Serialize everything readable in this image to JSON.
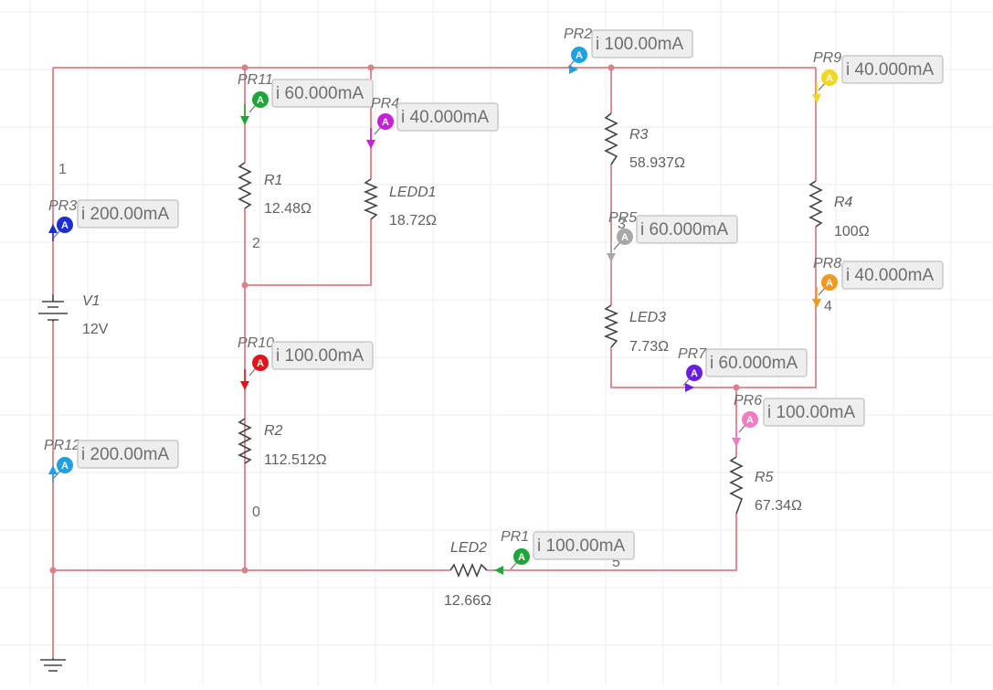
{
  "colors": {
    "wire": "#d9818a",
    "component": "#444444",
    "grid": "#eeeeee",
    "probe_box_fill": "#eeeeee",
    "probe_box_border": "#c9c9c9"
  },
  "components": {
    "v1": {
      "name": "V1",
      "value": "12V"
    },
    "r1": {
      "name": "R1",
      "value": "12.48Ω"
    },
    "ledd1": {
      "name": "LEDD1",
      "value": "18.72Ω"
    },
    "r2": {
      "name": "R2",
      "value": "112.512Ω"
    },
    "r3": {
      "name": "R3",
      "value": "58.937Ω"
    },
    "led3": {
      "name": "LED3",
      "value": "7.73Ω"
    },
    "r4": {
      "name": "R4",
      "value": "100Ω"
    },
    "r5": {
      "name": "R5",
      "value": "67.34Ω"
    },
    "led2": {
      "name": "LED2",
      "value": "12.66Ω"
    }
  },
  "nodes": {
    "n0": "0",
    "n1": "1",
    "n2": "2",
    "n3": "3",
    "n4": "4",
    "n5": "5"
  },
  "probes": {
    "pr1": {
      "name": "PR1",
      "reading": "i 100.00mA",
      "color": "#1fa63a",
      "icon": "ammeter-probe-icon",
      "glyph": "A"
    },
    "pr2": {
      "name": "PR2",
      "reading": "i 100.00mA",
      "color": "#1fa0e0",
      "icon": "ammeter-probe-icon",
      "glyph": "A"
    },
    "pr3": {
      "name": "PR3",
      "reading": "i 200.00mA",
      "color": "#1c2fd6",
      "icon": "ammeter-probe-icon",
      "glyph": "A"
    },
    "pr4": {
      "name": "PR4",
      "reading": "i 40.000mA",
      "color": "#c81fd8",
      "icon": "ammeter-probe-icon",
      "glyph": "A"
    },
    "pr5": {
      "name": "PR5",
      "reading": "i 60.000mA",
      "color": "#a8a8a8",
      "icon": "ammeter-probe-icon",
      "glyph": "A"
    },
    "pr6": {
      "name": "PR6",
      "reading": "i 100.00mA",
      "color": "#f07dc1",
      "icon": "ammeter-probe-icon",
      "glyph": "A"
    },
    "pr7": {
      "name": "PR7",
      "reading": "i 60.000mA",
      "color": "#6a1fe0",
      "icon": "ammeter-probe-icon",
      "glyph": "A"
    },
    "pr8": {
      "name": "PR8",
      "reading": "i 40.000mA",
      "color": "#f09a1f",
      "icon": "ammeter-probe-icon",
      "glyph": "A"
    },
    "pr9": {
      "name": "PR9",
      "reading": "i 40.000mA",
      "color": "#f0d81f",
      "icon": "ammeter-probe-icon",
      "glyph": "A"
    },
    "pr10": {
      "name": "PR10",
      "reading": "i 100.00mA",
      "color": "#e3141c",
      "icon": "ammeter-probe-icon",
      "glyph": "A"
    },
    "pr11": {
      "name": "PR11",
      "reading": "i 60.000mA",
      "color": "#1fa63a",
      "icon": "ammeter-probe-icon",
      "glyph": "A"
    },
    "pr12": {
      "name": "PR12",
      "reading": "i 200.00mA",
      "color": "#1fa0e0",
      "icon": "ammeter-probe-icon",
      "glyph": "A"
    }
  }
}
